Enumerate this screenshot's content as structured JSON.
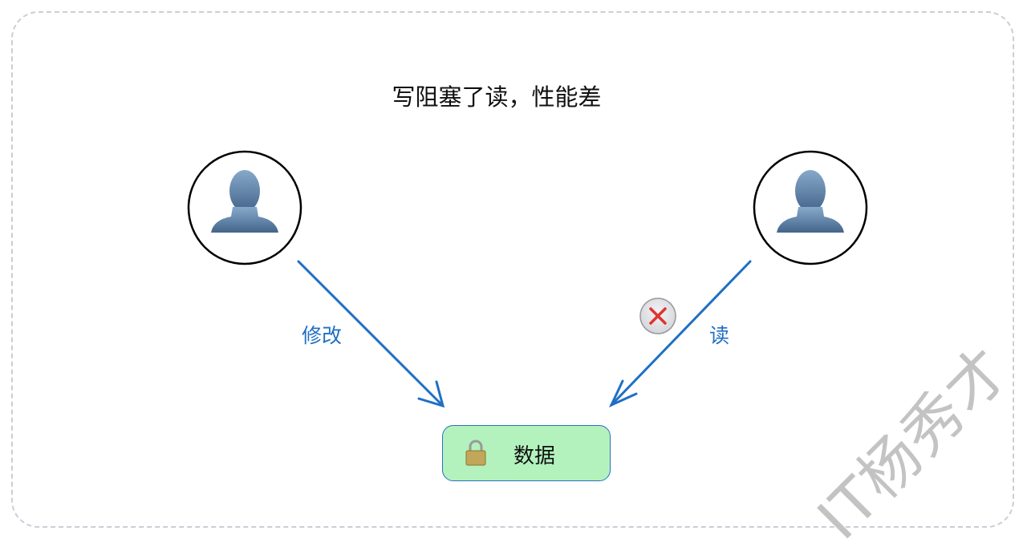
{
  "title": "写阻塞了读，性能差",
  "edges": {
    "write_label": "修改",
    "read_label": "读"
  },
  "data_node": {
    "label": "数据",
    "icon": "lock-icon"
  },
  "blocked_icon": "x-icon",
  "watermark": "IT杨秀才",
  "colors": {
    "arrow": "#1f6fc4",
    "node_fill": "#b3f2bd",
    "blocked": "#e0332e"
  }
}
